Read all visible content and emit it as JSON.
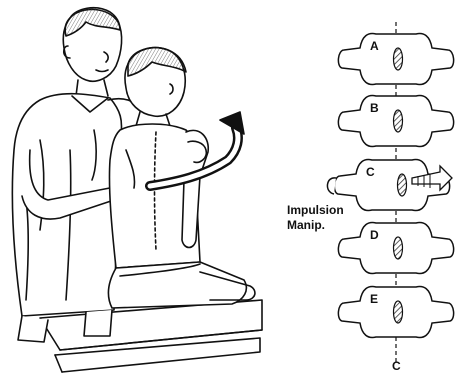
{
  "vertebrae": [
    {
      "id": "A",
      "label": "A"
    },
    {
      "id": "B",
      "label": "B"
    },
    {
      "id": "C",
      "label": "C"
    },
    {
      "id": "D",
      "label": "D"
    },
    {
      "id": "E",
      "label": "E"
    }
  ],
  "annotation": {
    "line1": "Impulsion",
    "line2": "Manip."
  },
  "axis_label": "C",
  "colors": {
    "ink": "#111111",
    "paper": "#ffffff",
    "hatch": "#555555"
  }
}
